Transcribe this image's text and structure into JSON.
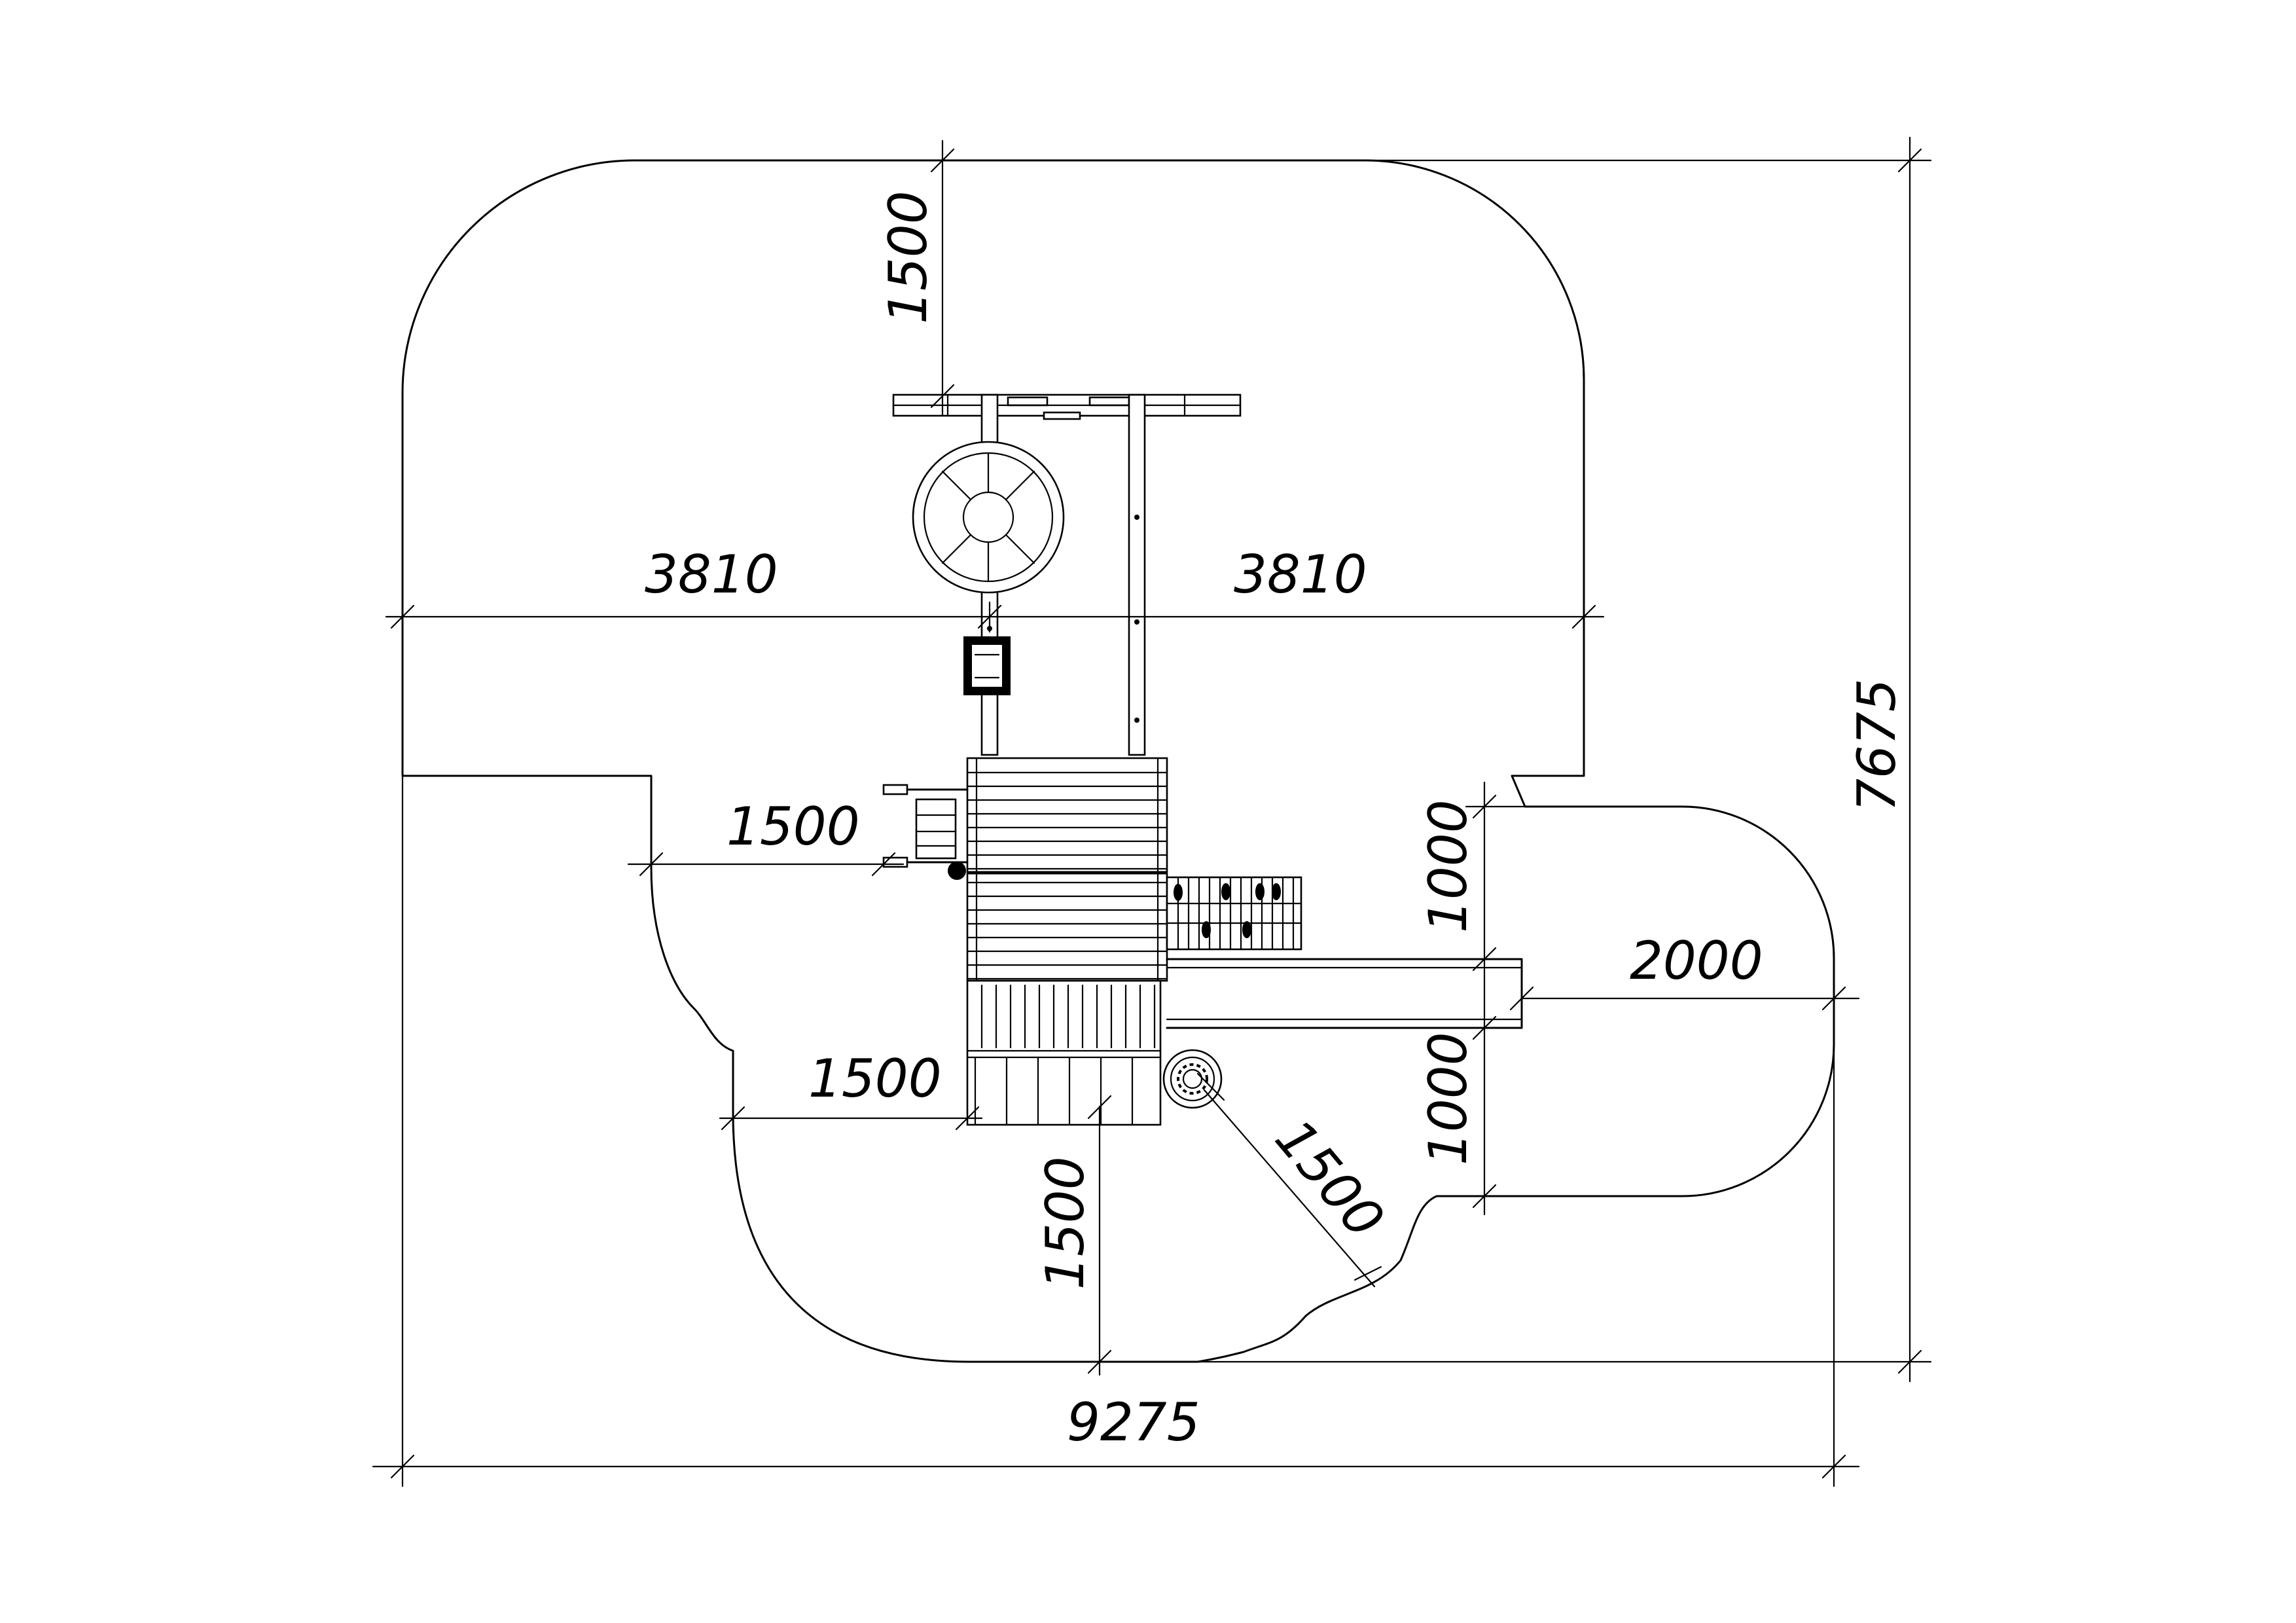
{
  "dimensions": {
    "roof_offset": "1500",
    "left_half_width": "3810",
    "right_half_width": "3810",
    "ladder_offset": "1500",
    "bottom_left_offset": "1500",
    "bottom_offset": "1500",
    "tunnel_offset": "1500",
    "slide_top_offset": "1000",
    "slide_bottom_offset": "1000",
    "slide_end_offset": "2000",
    "total_width": "9275",
    "total_height": "7675"
  }
}
